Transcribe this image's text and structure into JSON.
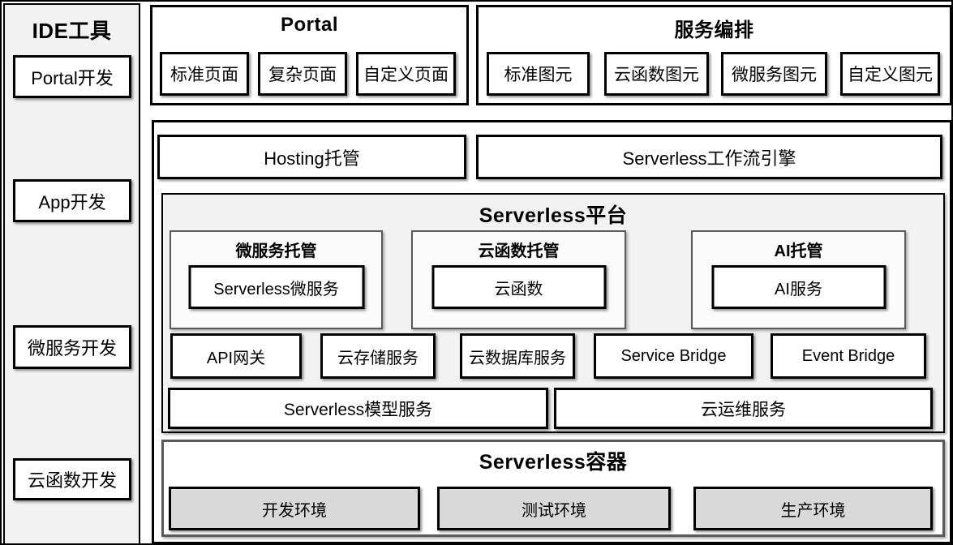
{
  "colors": {
    "sidebar_bg": "#f2f2f2",
    "platform_bg": "#f2f2f2",
    "env_box_bg": "#d9d9d9",
    "box_border": "#000000",
    "group_border": "#595959"
  },
  "sidebar": {
    "title": "IDE工具",
    "items": [
      "Portal开发",
      "App开发",
      "微服务开发",
      "云函数开发"
    ]
  },
  "portal": {
    "title": "Portal",
    "items": [
      "标准页面",
      "复杂页面",
      "自定义页面"
    ]
  },
  "orchestration": {
    "title": "服务编排",
    "items": [
      "标准图元",
      "云函数图元",
      "微服务图元",
      "自定义图元"
    ]
  },
  "main": {
    "hosting_row": [
      "Hosting托管",
      "Serverless工作流引擎"
    ],
    "platform": {
      "title": "Serverless平台",
      "groups": [
        {
          "title": "微服务托管",
          "item": "Serverless微服务"
        },
        {
          "title": "云函数托管",
          "item": "云函数"
        },
        {
          "title": "AI托管",
          "item": "AI服务"
        }
      ],
      "services": [
        "API网关",
        "云存储服务",
        "云数据库服务",
        "Service Bridge",
        "Event Bridge"
      ],
      "wide": [
        "Serverless模型服务",
        "云运维服务"
      ]
    },
    "container": {
      "title": "Serverless容器",
      "environments": [
        "开发环境",
        "测试环境",
        "生产环境"
      ]
    }
  }
}
